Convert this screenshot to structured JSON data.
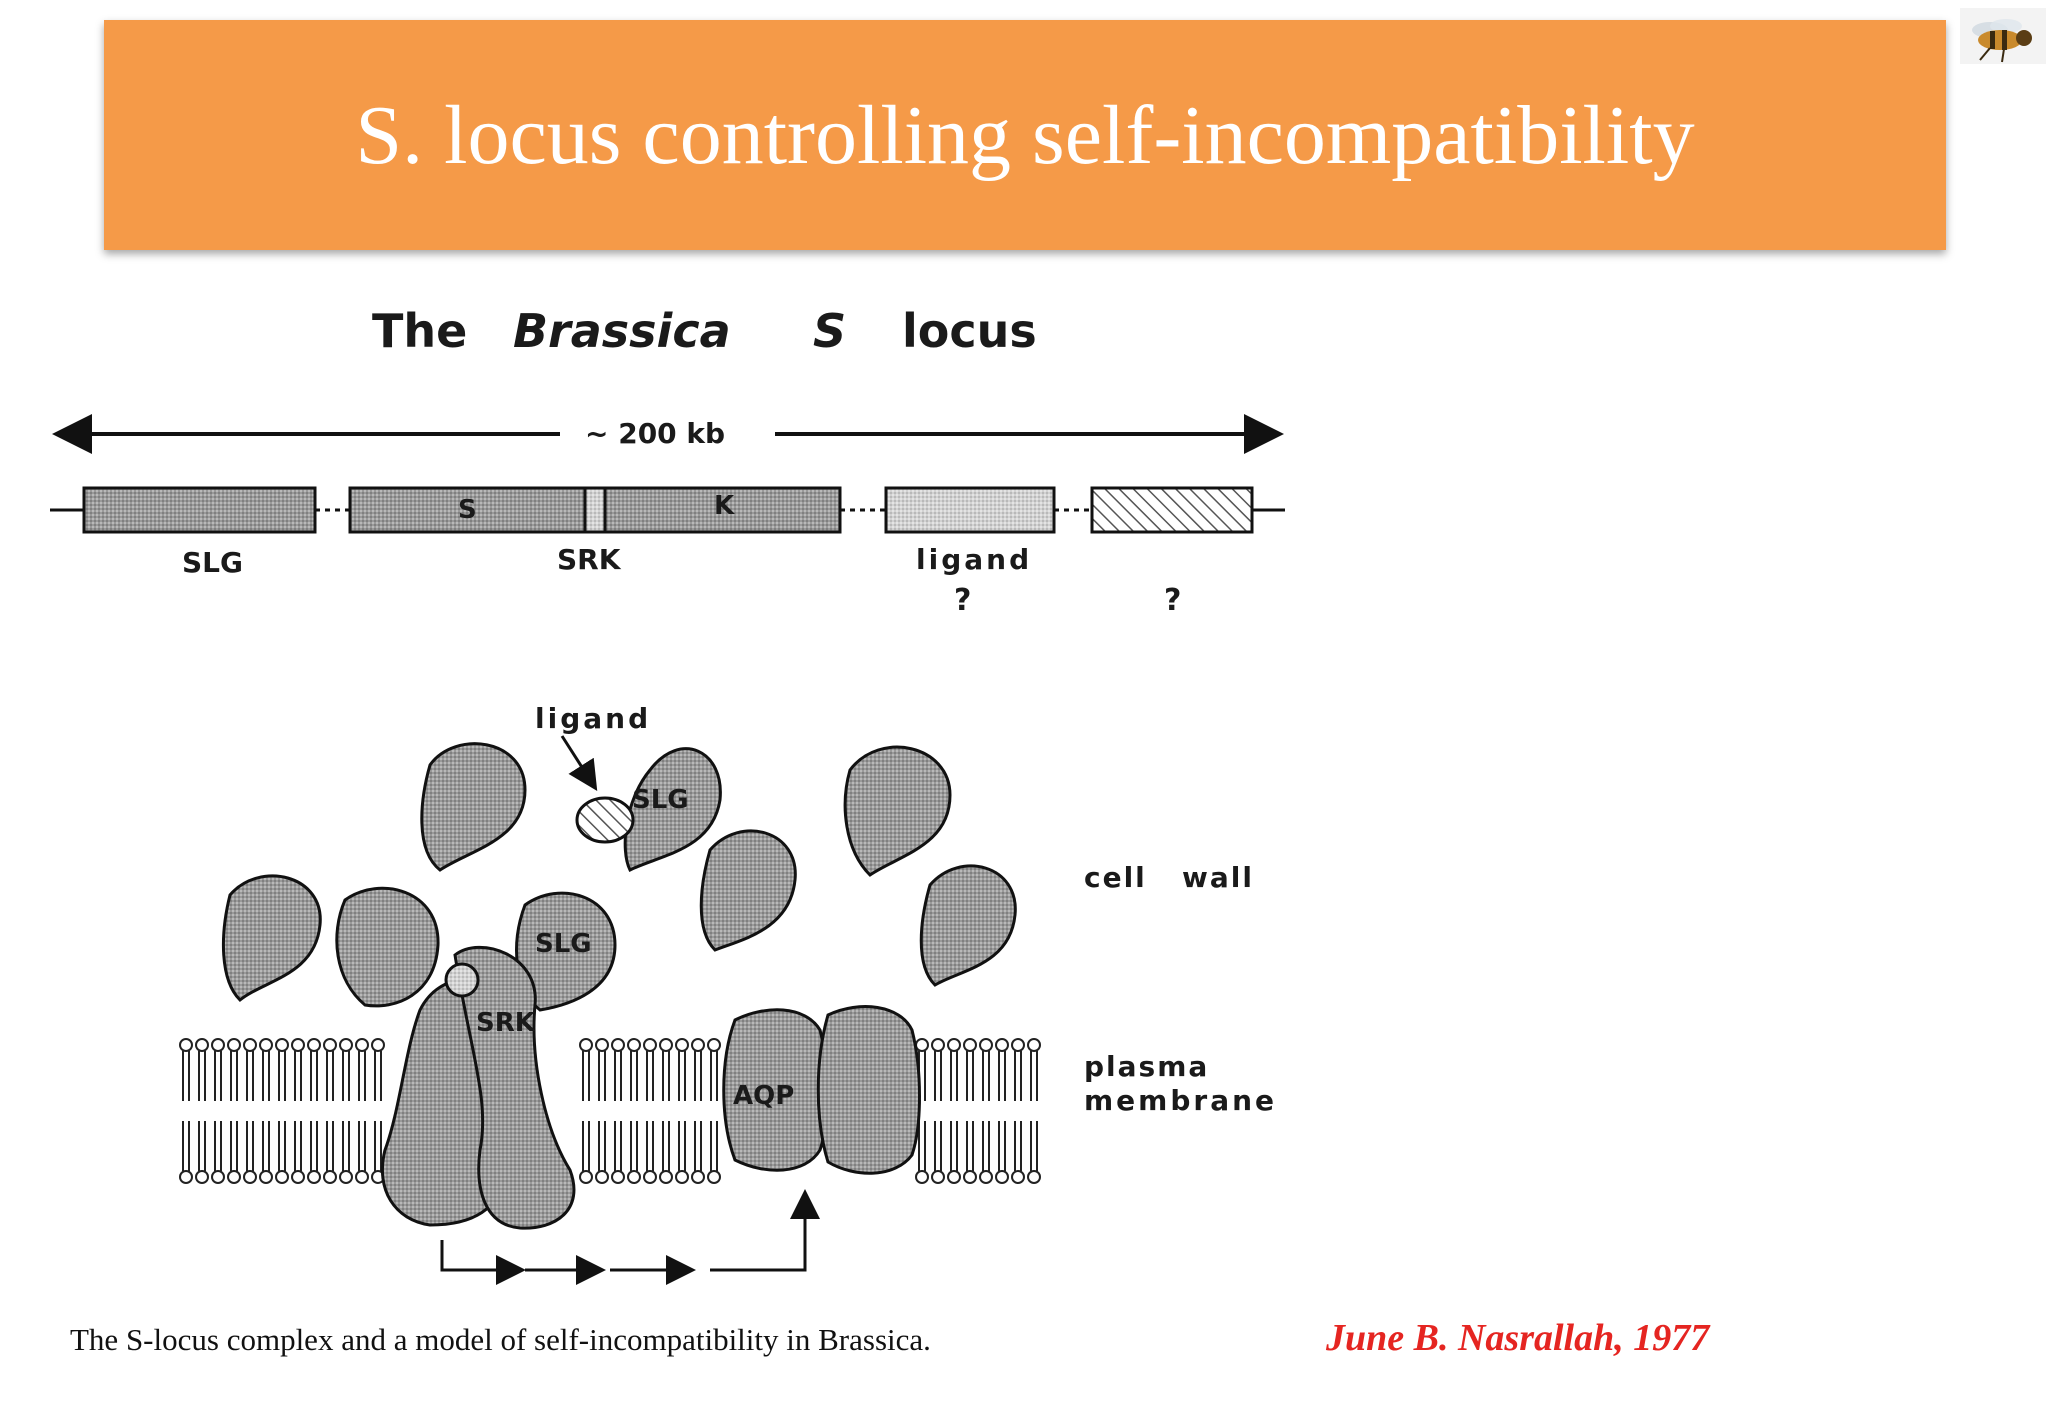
{
  "slide": {
    "title": "S. locus controlling self-incompatibility",
    "caption": "The S-locus complex and a model of self-incompatibility in Brassica.",
    "citation": "June B. Nasrallah, 1977"
  },
  "diagram": {
    "heading_the": "The",
    "heading_genus": "Brassica",
    "heading_s": "S",
    "heading_locus": "locus",
    "scale_label": "~ 200 kb",
    "gene_slg": "SLG",
    "gene_srk": "SRK",
    "domain_s": "S",
    "domain_k": "K",
    "gene_ligand": "ligand",
    "question1": "?",
    "question2": "?",
    "model_ligand": "ligand",
    "protein_slg_1": "SLG",
    "protein_slg_2": "SLG",
    "protein_srk": "SRK",
    "protein_aqp": "AQP",
    "cell_wall": "cell   wall",
    "plasma": "plasma",
    "membrane": "membrane"
  },
  "colors": {
    "banner": "#F59A48",
    "citation": "#E52521"
  }
}
